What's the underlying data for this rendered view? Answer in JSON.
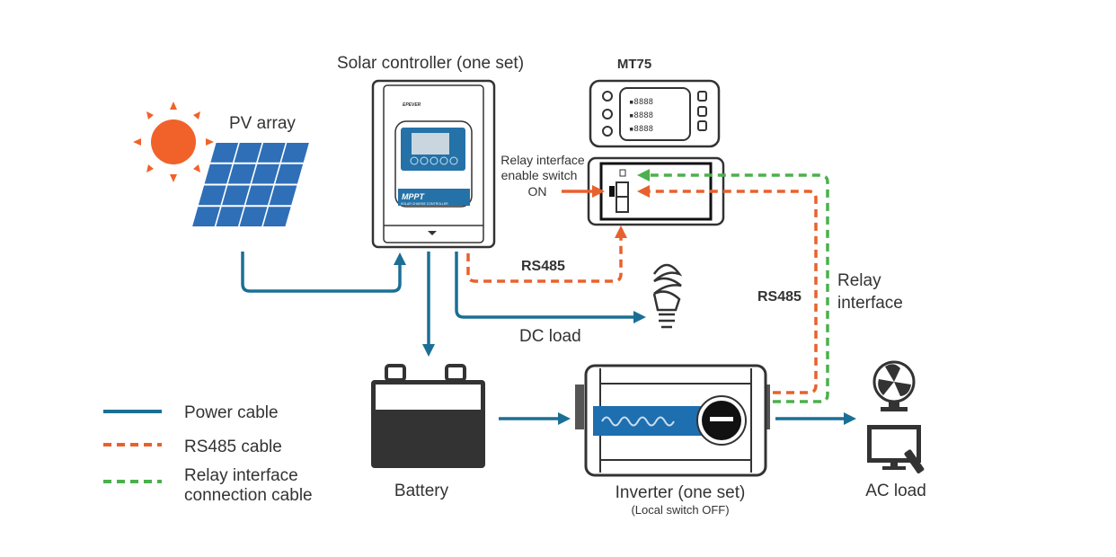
{
  "labels": {
    "pv_array": "PV array",
    "solar_controller": "Solar controller (one set)",
    "mt75": "MT75",
    "relay_switch_line1": "Relay interface",
    "relay_switch_line2": "enable switch",
    "relay_switch_line3": "ON",
    "rs485_left": "RS485",
    "rs485_right": "RS485",
    "relay_interface_line1": "Relay",
    "relay_interface_line2": "interface",
    "dc_load": "DC load",
    "battery": "Battery",
    "inverter": "Inverter (one set)",
    "inverter_note": "(Local switch OFF)",
    "ac_load": "AC load",
    "controller_brand": "EPEVER",
    "controller_model": "MPPT",
    "controller_subtitle": "SOLAR CHARGE CONTROLLER"
  },
  "legend": [
    {
      "label": "Power cable",
      "style": "solid",
      "color": "#1b6f96"
    },
    {
      "label": "RS485 cable",
      "style": "dashed",
      "color": "#e8612c"
    },
    {
      "label_line1": "Relay interface",
      "label_line2": "connection cable",
      "style": "dashed",
      "color": "#4cb04c"
    }
  ],
  "colors": {
    "power": "#1b6f96",
    "rs485": "#e8612c",
    "relay": "#4cb04c",
    "sun": "#f0622a",
    "panel": "#2f6fb7"
  }
}
